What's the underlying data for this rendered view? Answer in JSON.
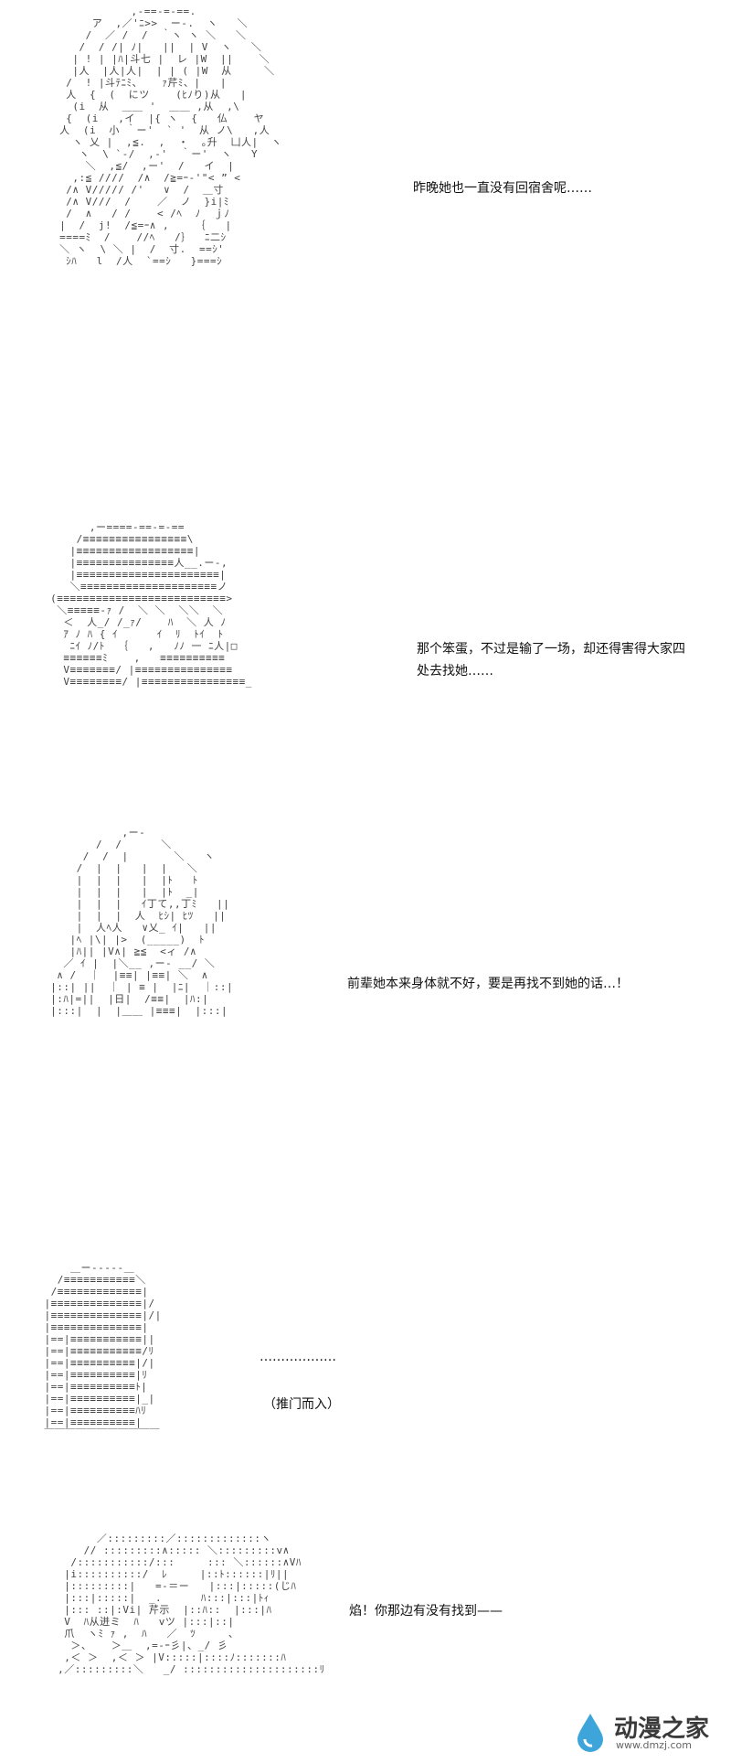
{
  "panels": [
    {
      "caption": "昨晚她也一直没有回宿舍呢……",
      "art": "            ,-==-=-==.\n      ア  ,／'ﾆ>>  ー-.  ヽ   ＼\n     /  ／ /  /  ｀ヽ ヽ ＼   ＼\n    /  / /| ﾉ|   ||  | V  ヽ   ＼\n   | ! | |ﾊ|斗七 |  レ |W  ||    ＼\n   |人  |人|人|  | | ( |W  从     ＼\n  /  ! |斗ﾃﾆﾐ、   ｧ芹ﾐ、|   |\n  人  {  (  にツ    (ﾋﾉり)从   |\n   (i  从  ＿＿ '  ＿＿ ,从  ,\\\n  {  (i   ,イ  |{ ヽ  {   仏    ヤ\n 人  (i  小 ｀ー'  ` '  从 ノ\\   ,人\n   ヽ 乂 |  ,≦.  ,  ・  ｡升  凵人|  ヽ\n    ヽ  \\ `-/  ,-'  ｀ー'  ヽ   Y\n     ＼  ,≦/  ,ー'  /   イ  |\n   ,:≦ ////  /∧  /≧=ｰ-'\"< ” < \n  /∧ V///// /'   ∨  /  ＿寸\n  /∧ V///  /    ／  ノ  }i|ﾐ\n  /  ∧   / /    < /ﾍ  ﾉ  ｊﾉ\n |  /  j!  /≦=ｰ∧ ,    ｛   |\n ====ﾐ  /    //ﾍ   /｝  ﾆ二ｼ\n ＼ ヽ  \\ ＼ |  /  寸.  ==ｼ'\n  ｼﾊ   l  /人  `==ｼ   }===ｼ"
    },
    {
      "caption": "那个笨蛋，不过是输了一场，却还得害得大家四处去找她……",
      "art": "       ,ー====-==-=-==\n     /≡≡≡≡≡≡≡≡≡≡≡≡≡≡≡≡\\\n    |≡≡≡≡≡≡≡≡≡≡≡≡≡≡≡≡≡≡|\n    |≡≡≡≡≡≡≡≡≡≡≡≡≡≡≡人__.ー-,\n    |≡≡≡≡≡≡≡≡≡≡≡≡≡≡≡≡≡≡≡≡≡≡|\n    ＼≡≡≡≡≡≡≡≡≡≡≡≡≡≡≡≡≡≡≡≡≡ノ\n (≡≡≡≡≡≡≡≡≡≡≡≡≡≡≡≡≡≡≡≡≡≡≡≡≡≡>\n  ＼≡≡≡≡≡-ｧ /  ＼ ＼  ＼＼  ＼\n   ＜  人_/ /_ｧ/    ﾊ  ＼ 人 ﾉ\n   ｱ ﾉ ﾊ { ｲ      ｲ  ﾘ  ﾄｲ  ﾄ\n    ﾆｲ ﾉ/ﾄ  ｛   ,   ﾉﾉ 一 ﾆ人|□\n   ≡≡≡≡≡≡ﾐ    ,   ≡≡≡≡≡≡≡≡≡≡\n   V≡≡≡≡≡≡≡/ |≡≡≡≡≡≡≡≡≡≡≡≡≡≡≡\n   V≡≡≡≡≡≡≡≡/ |≡≡≡≡≡≡≡≡≡≡≡≡≡≡≡≡_"
    },
    {
      "caption": "前辈她本来身体就不好，要是再找不到她的话…！",
      "art": "            ,ー-\n        /  /      ＼\n      /  /  |       ＼   ヽ\n     /  |  |   |  |   ＼\n     |  |  |   |  |ﾄ   ﾄ\n     |  |  |   |  |ﾄ  _|\n     |  |  |   ｲ丁て,,丁ﾐ   ||\n     |  |  |  人  ﾋｼ| ﾋﾂ   ||\n     |  人ﾍ人   ∨乂_ ｲ|   ||\n    |ﾍ |\\| |>  (_____)  ﾄ\n    |ﾊ|| |V∧| ≧≦  <ィ /∧\n   ／ ｲ |  |＼__ ,ー- __/ ＼\n  ∧ /  ｜  |≡≡| |≡≡| ＼  ∧\n |::| ||  ｜ | ≡ |  |ﾆ|  ｜::|\n |:ﾊ|=||  |日|  /≡≡|  |ﾊ:|\n |:::|  |  |＿＿ |≡≡≡|  |:::|"
    },
    {
      "caption": "………………",
      "caption2": "（推门而入）",
      "art": "        ＿ー‐‐‐‐‐＿\n      /≡≡≡≡≡≡≡≡≡≡≡＼\n     /≡≡≡≡≡≡≡≡≡≡≡≡≡|\n    |≡≡≡≡≡≡≡≡≡≡≡≡≡≡|/\n    |≡≡≡≡≡≡≡≡≡≡≡≡≡≡|/|\n    |≡≡≡≡≡≡≡≡≡≡≡≡≡≡|\n    |==|≡≡≡≡≡≡≡≡≡≡≡||\n    |==|≡≡≡≡≡≡≡≡≡≡≡/ﾘ\n    |==|≡≡≡≡≡≡≡≡≡≡|/|\n    |==|≡≡≡≡≡≡≡≡≡≡|ﾘ\n    |==|≡≡≡≡≡≡≡≡≡≡ﾄ|\n    |==|≡≡≡≡≡≡≡≡≡≡|_|\n    |==|≡≡≡≡≡≡≡≡≡≡ﾊﾘ\n    |==|≡≡≡≡≡≡≡≡≡≡|\n    ￣￣￣￣￣￣￣￣￣￣￣"
    },
    {
      "caption": "焰！你那边有没有找到——",
      "art": "       ／:::::::::／:::::::::::::ヽ\n     // :::::::::∧::::: ＼:::::::::v∧\n   /:::::::::::/:::     ::: ＼::::::∧Vﾊ\n  |i::::::::::/  ﾚ     |::ﾄ::::::|ﾘ||\n  |:::::::::|   =-＝ー   |:::|:::::(じﾊ\n  |:::|:::::|  _.      ﾊ:::|:::|ﾄｨ\n  |::: ::|:Vi| 芹示  |::ﾊ::  |:::|ﾊ\n  V  ﾊ从迸ミ  ﾊ   vツ |:::|::|\n  爪  ヽﾐ ｧ ,  ﾊ   ／  ﾂ     、\n   ＞、   ＞＿  ,=-ｰ彡|、_/ 彡\n  ,＜ ＞  ,＜ ＞ |V:::::|::::ﾉ:::::::ﾊ\n ,／:::::::::＼   _/ :::::::::::::::::::::ﾘ"
    }
  ],
  "watermark": {
    "name": "动漫之家",
    "url": "www.dmzj.com",
    "accent": "#3da5d9"
  }
}
